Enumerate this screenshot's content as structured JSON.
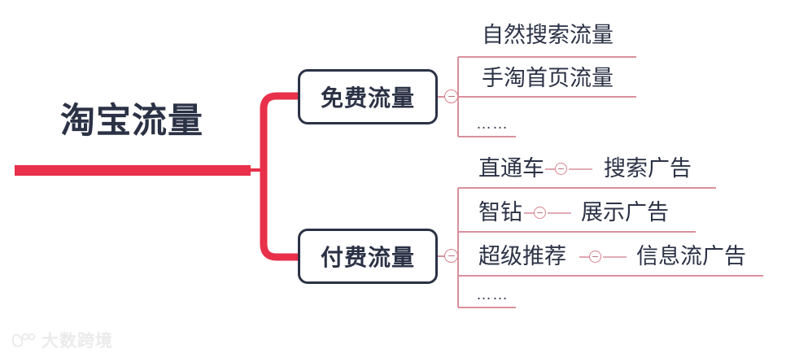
{
  "colors": {
    "primary_red": "#e8304a",
    "node_border": "#2b3245",
    "text_dark": "#2b3245",
    "leaf_line_pink": "#d9909c",
    "toggle_stroke": "#d9808f",
    "watermark_gray": "#ebebeb",
    "background": "#ffffff"
  },
  "mindmap": {
    "root": {
      "label": "淘宝流量"
    },
    "branches": [
      {
        "id": "free-traffic",
        "label": "免费流量",
        "toggle": "collapse-minus-icon",
        "children": [
          {
            "label": "自然搜索流量",
            "sub": null,
            "sub_toggle": null
          },
          {
            "label": "手淘首页流量",
            "sub": null,
            "sub_toggle": null
          },
          {
            "label": "……",
            "sub": null,
            "sub_toggle": null
          }
        ]
      },
      {
        "id": "paid-traffic",
        "label": "付费流量",
        "toggle": "collapse-minus-icon",
        "children": [
          {
            "label": "直通车",
            "sub": "搜索广告",
            "sub_toggle": "collapse-minus-icon"
          },
          {
            "label": "智钻",
            "sub": "展示广告",
            "sub_toggle": "collapse-minus-icon"
          },
          {
            "label": "超级推荐",
            "sub": "信息流广告",
            "sub_toggle": "collapse-minus-icon"
          },
          {
            "label": "……",
            "sub": null,
            "sub_toggle": null
          }
        ]
      }
    ]
  },
  "watermark": {
    "text": "大数跨境",
    "logo": "owl-logo-icon"
  }
}
